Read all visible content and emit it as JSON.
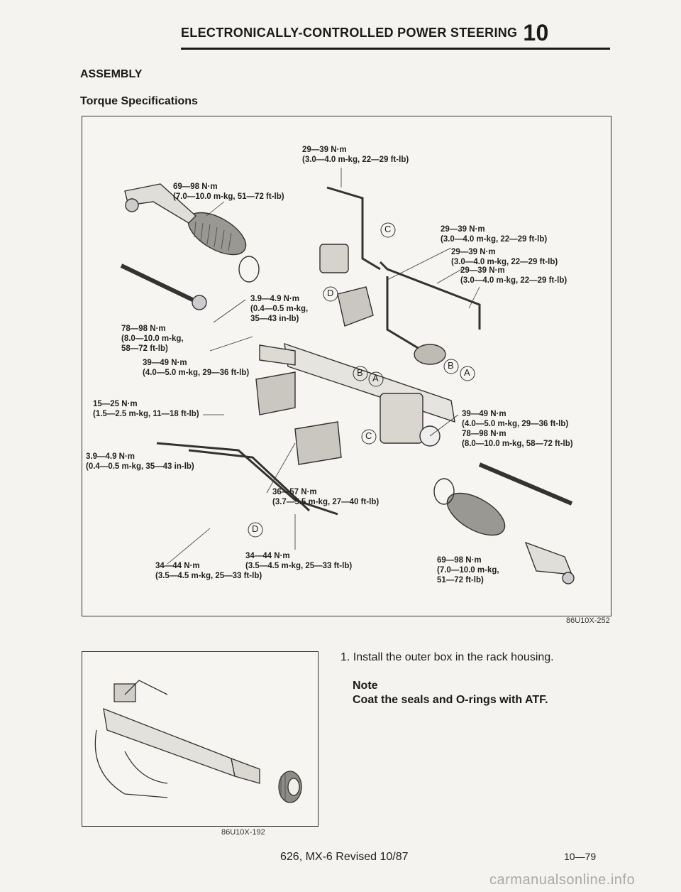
{
  "header": {
    "title": "ELECTRONICALLY-CONTROLLED POWER STEERING",
    "chapter": "10"
  },
  "section": "ASSEMBLY",
  "subsection": "Torque Specifications",
  "diagram": {
    "figure_code": "86U10X-252",
    "torque_labels": [
      "29—39 N·m\n(3.0—4.0 m-kg, 22—29 ft-lb)",
      "69—98 N·m\n(7.0—10.0 m-kg, 51—72 ft-lb)",
      "29—39 N·m\n(3.0—4.0 m-kg, 22—29 ft-lb)",
      "29—39 N·m\n(3.0—4.0 m-kg, 22—29 ft-lb)",
      "29—39 N·m\n(3.0—4.0 m-kg, 22—29 ft-lb)",
      "3.9—4.9 N·m\n(0.4—0.5 m-kg,\n35—43 in-lb)",
      "78—98 N·m\n(8.0—10.0 m-kg,\n58—72 ft-lb)",
      "39—49 N·m\n(4.0—5.0 m-kg, 29—36 ft-lb)",
      "15—25 N·m\n(1.5—2.5 m-kg, 11—18 ft-lb)",
      "39—49 N·m\n(4.0—5.0 m-kg, 29—36 ft-lb)",
      "78—98 N·m\n(8.0—10.0 m-kg, 58—72 ft-lb)",
      "3.9—4.9 N·m\n(0.4—0.5 m-kg, 35—43 in-lb)",
      "36—57 N·m\n(3.7—5.5 m-kg, 27—40 ft-lb)",
      "34—44 N·m\n(3.5—4.5 m-kg, 25—33 ft-lb)",
      "34—44 N·m\n(3.5—4.5 m-kg, 25—33 ft-lb)",
      "69—98 N·m\n(7.0—10.0 m-kg,\n51—72 ft-lb)"
    ],
    "callouts": [
      "C",
      "D",
      "B",
      "A",
      "B",
      "A",
      "C",
      "D"
    ]
  },
  "photo": {
    "figure_code": "86U10X-192"
  },
  "steps": [
    {
      "text": "1. Install the outer box in the rack housing."
    }
  ],
  "note": {
    "title": "Note",
    "text": "Coat the seals and O-rings with ATF."
  },
  "footer": {
    "center": "626, MX-6 Revised 10/87",
    "page": "10—79"
  },
  "watermark": "carmanualsonline.info"
}
